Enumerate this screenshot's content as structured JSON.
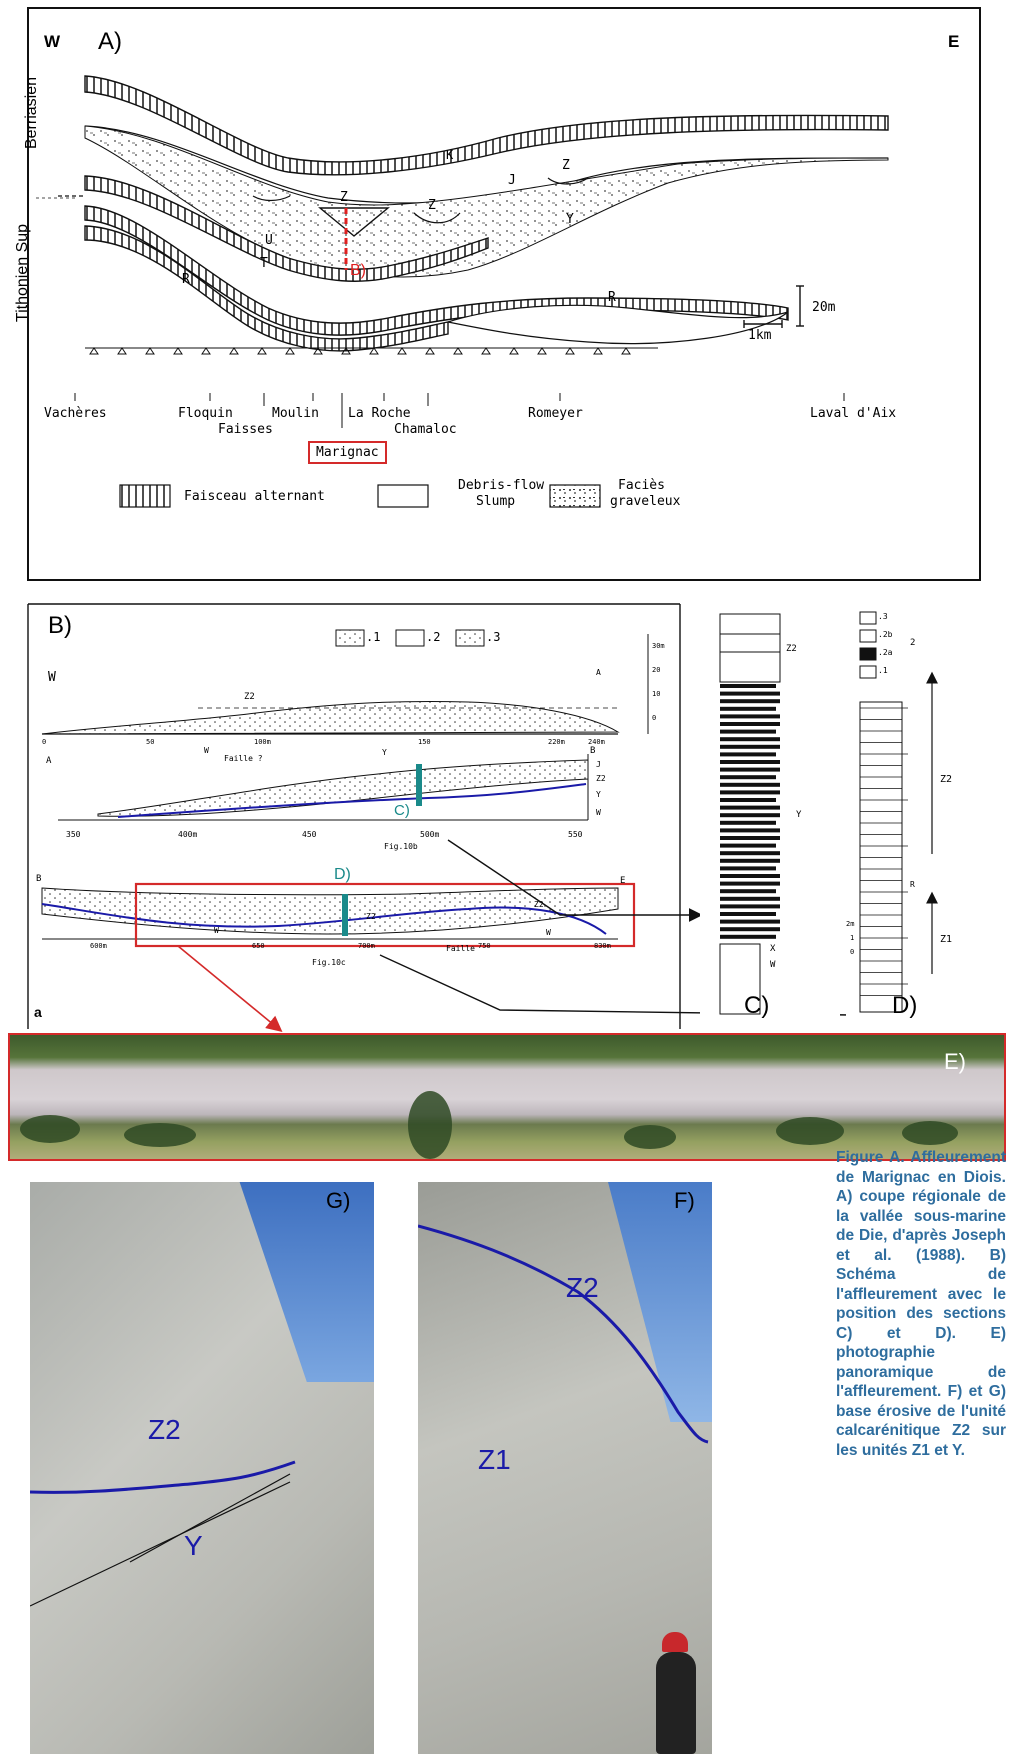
{
  "panelA": {
    "label": "A)",
    "west": "W",
    "east": "E",
    "stage_upper": "Berriasien",
    "stage_lower": "Tithonien Sup",
    "unit_K": "K",
    "unit_J": "J",
    "unit_Z1": "Z",
    "unit_Z2": "Z",
    "unit_Z3": "Z",
    "unit_Y": "Y",
    "unit_U": "U",
    "unit_T": "T",
    "unit_R1": "R",
    "unit_R2": "R",
    "section_marker": "B)",
    "scale_vertical": "20m",
    "scale_horizontal": "1km",
    "localities": {
      "vacheres": "Vachères",
      "floquin": "Floquin",
      "faisses": "Faisses",
      "moulin": "Moulin",
      "la_roche": "La Roche",
      "chamaloc": "Chamaloc",
      "romeyer": "Romeyer",
      "laval": "Laval d'Aix",
      "marignac": "Marignac"
    },
    "legend": {
      "item1": "Faisceau alternant",
      "item2_line1": "Debris-flow",
      "item2_line2": "Slump",
      "item3_line1": "Faciès",
      "item3_line2": "graveleux"
    }
  },
  "panelB": {
    "label": "B)",
    "west": "W",
    "legend": {
      "l1": ".1",
      "l2": ".2",
      "l3": ".3"
    },
    "vscale": [
      "30m",
      "20",
      "10",
      "0"
    ],
    "row1": {
      "z2": "Z2",
      "w": "W",
      "faille": "Faille ?",
      "y": "Y",
      "ticks": [
        "0",
        "50",
        "100m",
        "150",
        "220m",
        "240m"
      ],
      "A": "A"
    },
    "row2": {
      "A": "A",
      "B": "B",
      "J": "J",
      "Z2": "Z2",
      "Y": "Y",
      "W": "W",
      "ticks": [
        "350",
        "400m",
        "450",
        "500m",
        "550"
      ],
      "fig": "Fig.10b",
      "c_marker": "C)"
    },
    "row3": {
      "B": "B",
      "E": "E",
      "D_marker": "D)",
      "z2": "Z2",
      "z2b": "Z2",
      "w": "W",
      "w2": "W",
      "faille": "Faille",
      "fig": "Fig.10c",
      "ticks": [
        "600m",
        "650",
        "700m",
        "750",
        "830m"
      ]
    },
    "corner_a": "a"
  },
  "logC": {
    "label": "C)",
    "z2": "Z2",
    "y": "Y",
    "x": "X",
    "w": "W"
  },
  "logD": {
    "label": "D)",
    "legend": [
      ".3",
      ".2b",
      ".2a",
      ".1"
    ],
    "legend_brace": "2",
    "z2": "Z2",
    "z1": "Z1",
    "r": "R",
    "scale": [
      "2m",
      "1",
      "0"
    ]
  },
  "panelE": {
    "label": "E)"
  },
  "panelF": {
    "label": "F)",
    "z2": "Z2",
    "z1": "Z1"
  },
  "panelG": {
    "label": "G)",
    "z2": "Z2",
    "y": "Y"
  },
  "caption": {
    "text": "Figure A. Affleurement de Marignac en Diois. A) coupe régionale de la vallée sous-marine de Die, d'après Joseph et al. (1988). B) Schéma de l'affleurement avec le position des sections C) et D). E) photographie panoramique de l'affleurement. F) et G) base érosive de l'unité calcarénitique Z2 sur les unités Z1 et Y."
  },
  "colors": {
    "red_marker": "#e02020",
    "teal_marker": "#1a8a8a",
    "blue_contact": "#1a1aa8",
    "caption_blue": "#2e6d9e",
    "highlight_box": "#d42a2a"
  }
}
